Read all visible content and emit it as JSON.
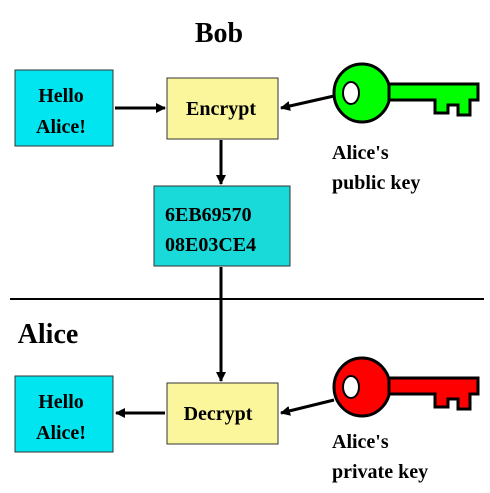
{
  "bob": {
    "title": "Bob"
  },
  "alice": {
    "title": "Alice"
  },
  "top": {
    "message_line1": "Hello",
    "message_line2": "Alice!",
    "action": "Encrypt",
    "key_label_line1": "Alice's",
    "key_label_line2": "public key",
    "key_color": "#00ff00"
  },
  "cipher": {
    "line1": "6EB69570",
    "line2": "08E03CE4"
  },
  "bottom": {
    "message_line1": "Hello",
    "message_line2": "Alice!",
    "action": "Decrypt",
    "key_label_line1": "Alice's",
    "key_label_line2": "private key",
    "key_color": "#ff0000"
  },
  "colors": {
    "message_box": "#00e5f0",
    "action_box": "#fbf69b",
    "cipher_box": "#19d9d9"
  }
}
